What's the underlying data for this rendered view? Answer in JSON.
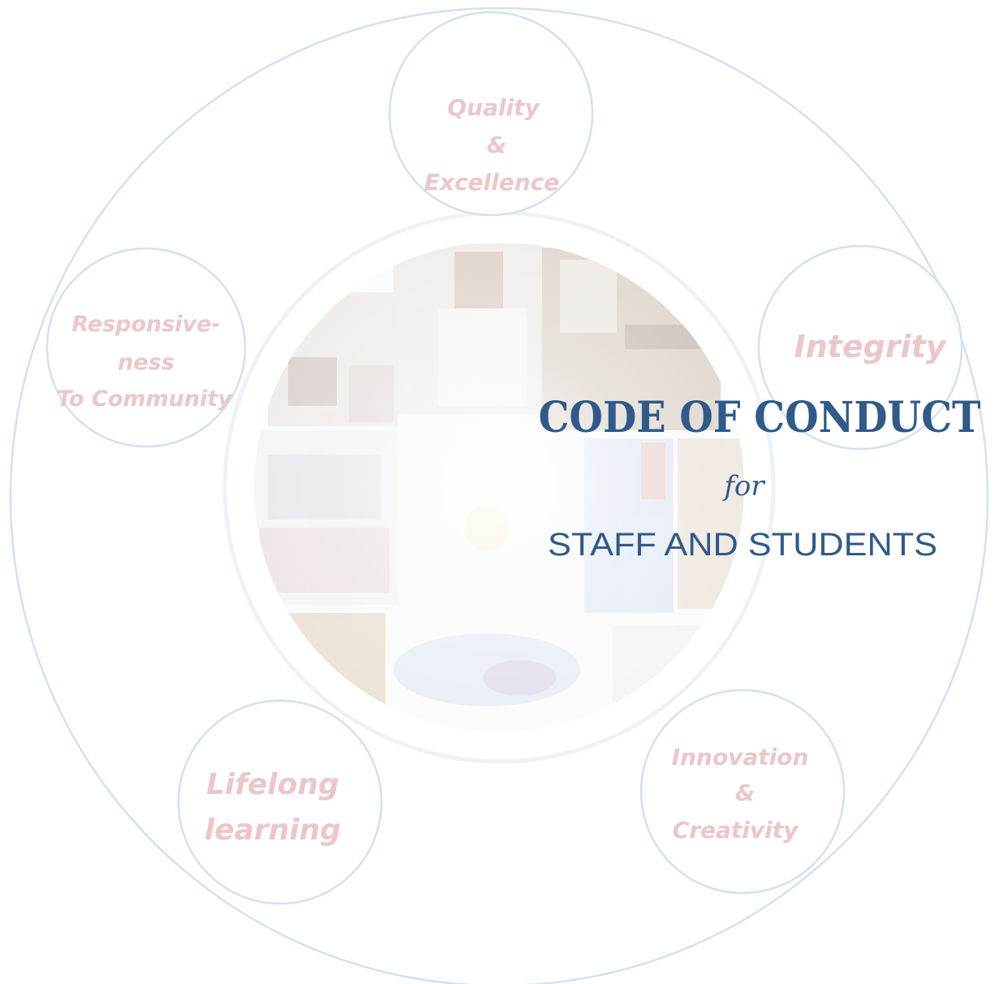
{
  "colors": {
    "ring": "#d3e1ee",
    "value_text": "#ecc6c8",
    "title": "#2f5a8a",
    "photo_tint": "#f2f4f6"
  },
  "values": {
    "quality": [
      "Quality",
      "&",
      "Excellence"
    ],
    "responsiveness": [
      "Responsive-",
      "ness",
      "To Community"
    ],
    "integrity": [
      "Integrity"
    ],
    "lifelong": [
      "Lifelong",
      "learning"
    ],
    "innovation": [
      "Innovation",
      "&",
      "Creativity"
    ]
  },
  "title": {
    "main": "CODE OF CONDUCT",
    "connector": "for",
    "sub": "STAFF AND STUDENTS"
  },
  "icons": [
    "photo-collage-image"
  ]
}
